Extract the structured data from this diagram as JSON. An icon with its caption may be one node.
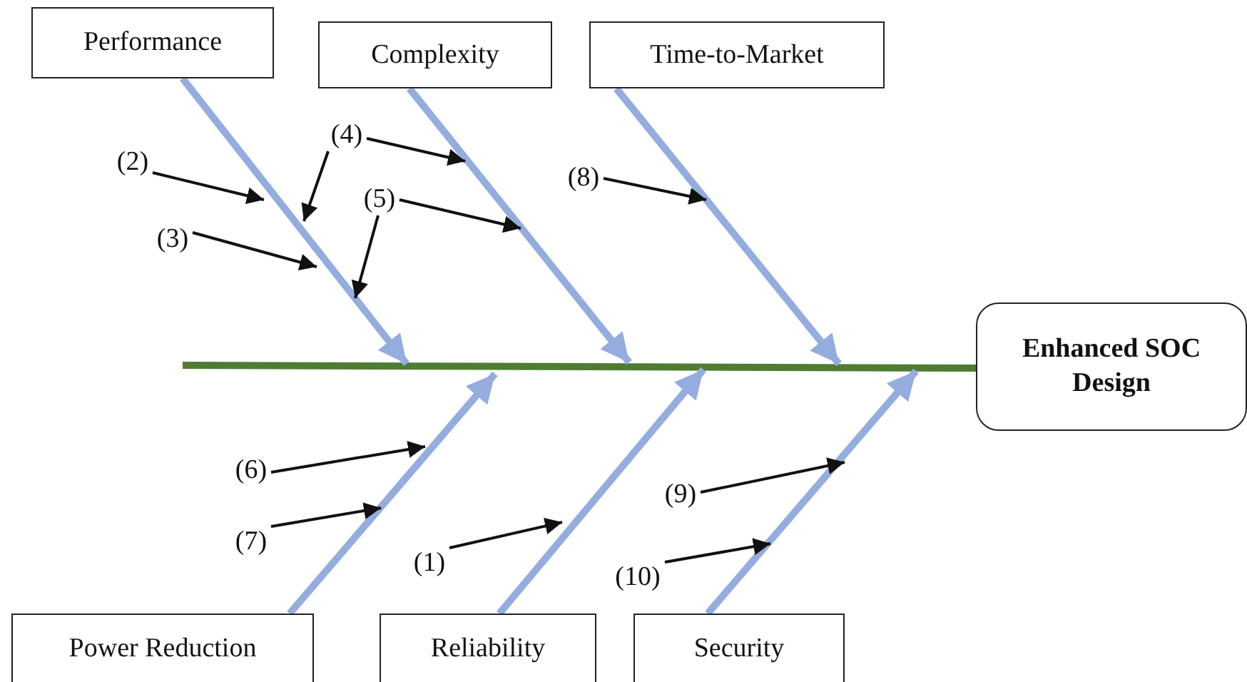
{
  "diagram": {
    "nodes": [
      {
        "text": [
          "Performance"
        ]
      },
      {
        "text": [
          "Complexity"
        ]
      },
      {
        "text": [
          "Time-to-Market"
        ]
      },
      {
        "text": [
          "Enhanced SOC Design"
        ]
      },
      {
        "text": [
          "(4)"
        ]
      },
      {
        "text": [
          "(2)"
        ]
      },
      {
        "text": [
          "(8)"
        ]
      },
      {
        "text": [
          "(5)"
        ]
      },
      {
        "text": [
          "(3)"
        ]
      },
      {
        "text": [
          "(6)"
        ]
      },
      {
        "text": [
          "(9)"
        ]
      },
      {
        "text": [
          "(7)"
        ]
      },
      {
        "text": [
          "(1)"
        ]
      },
      {
        "text": [
          "(10)"
        ]
      },
      {
        "text": [
          "Power Reduction"
        ]
      },
      {
        "text": [
          "Reliability"
        ]
      },
      {
        "text": [
          "Security"
        ]
      }
    ],
    "edges": [
      {
        "from": null,
        "to": 3,
        "arrow": "none",
        "style": "thick",
        "color": "#4e7d32"
      },
      {
        "from": 0,
        "to": null,
        "arrow": "to",
        "style": "thick",
        "color": "#94acde"
      },
      {
        "from": 1,
        "to": null,
        "arrow": "to",
        "style": "thick",
        "color": "#94acde"
      },
      {
        "from": 2,
        "to": null,
        "arrow": "to",
        "style": "thick",
        "color": "#94acde"
      },
      {
        "from": 14,
        "to": null,
        "arrow": "to",
        "style": "thick",
        "color": "#94acde"
      },
      {
        "from": 15,
        "to": null,
        "arrow": "to",
        "style": "thick",
        "color": "#94acde"
      },
      {
        "from": 16,
        "to": null,
        "arrow": "to",
        "style": "thick",
        "color": "#94acde"
      },
      {
        "from": 4,
        "to": null,
        "arrow": "to"
      },
      {
        "from": 4,
        "to": null,
        "arrow": "to"
      },
      {
        "from": 5,
        "to": null,
        "arrow": "to"
      },
      {
        "from": 6,
        "to": null,
        "arrow": "to"
      },
      {
        "from": 7,
        "to": null,
        "arrow": "to"
      },
      {
        "from": 7,
        "to": null,
        "arrow": "to"
      },
      {
        "from": 8,
        "to": null,
        "arrow": "to"
      },
      {
        "from": 9,
        "to": null,
        "arrow": "to"
      },
      {
        "from": 11,
        "to": null,
        "arrow": "to"
      },
      {
        "from": 12,
        "to": null,
        "arrow": "to"
      },
      {
        "from": 10,
        "to": null,
        "arrow": "to"
      },
      {
        "from": 13,
        "to": null,
        "arrow": "to"
      }
    ]
  }
}
